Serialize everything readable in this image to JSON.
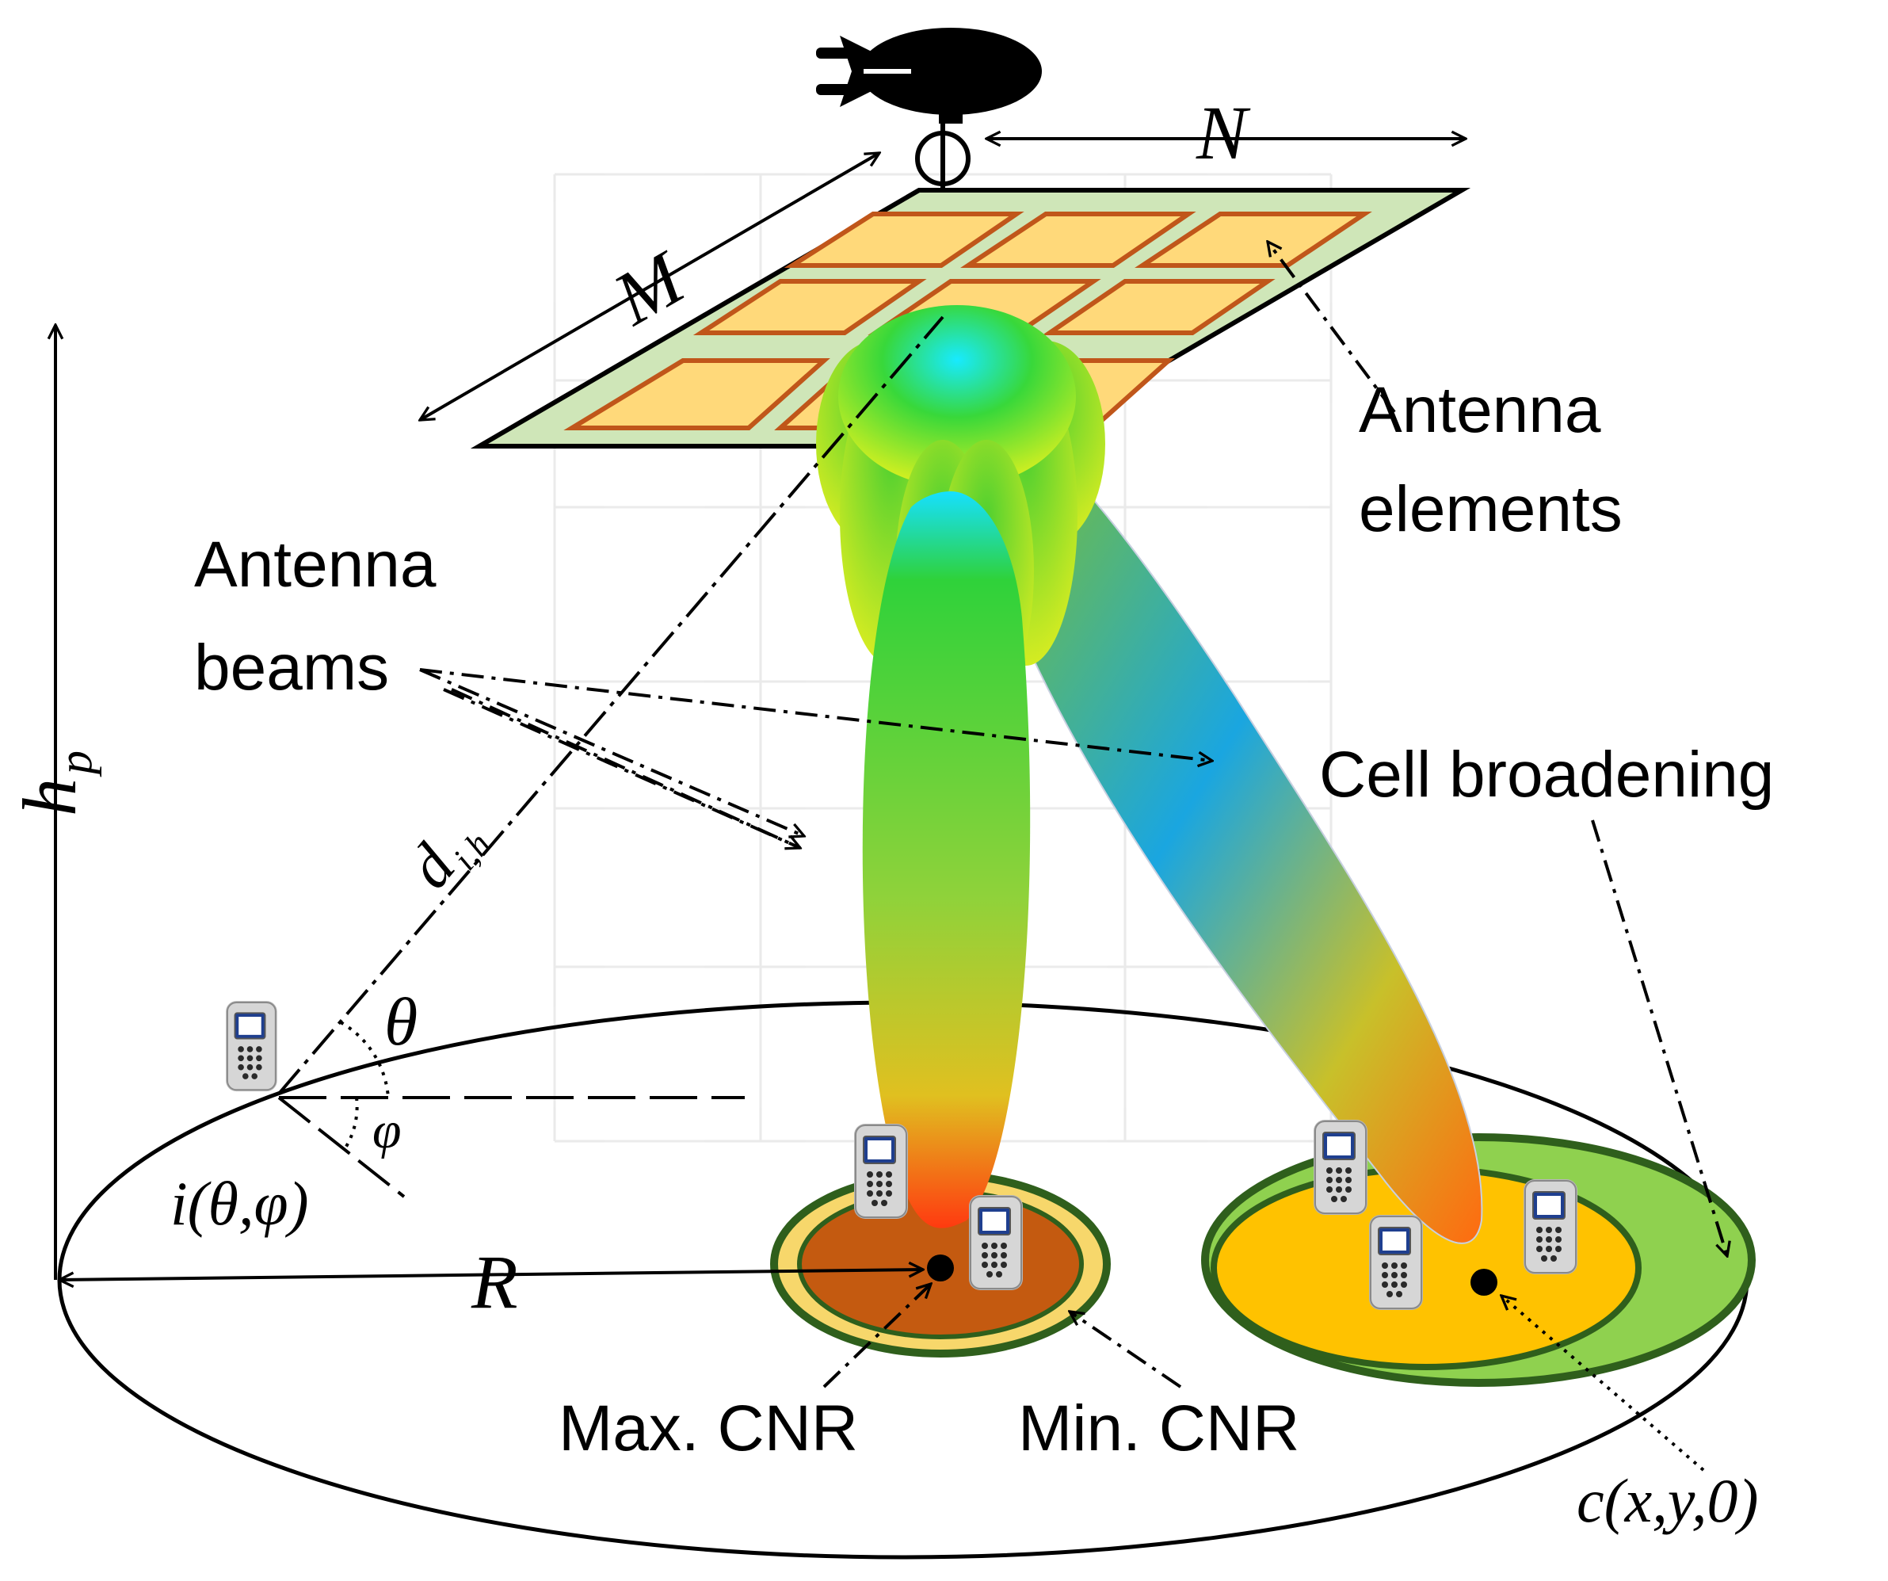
{
  "labels": {
    "antenna_elements_line1": "Antenna",
    "antenna_elements_line2": "elements",
    "antenna_beams_line1": "Antenna",
    "antenna_beams_line2": "beams",
    "cell_broadening": "Cell broadening",
    "max_cnr": "Max. CNR",
    "min_cnr": "Min. CNR"
  },
  "symbols": {
    "M": "M",
    "N": "N",
    "R": "R",
    "theta": "θ",
    "phi": "φ",
    "hp_base": "h",
    "hp_sub": "p",
    "d_base": "d",
    "d_sub": "i,h",
    "user_pos": "i(θ,φ)",
    "cell_center": "c(x,y,0)"
  },
  "icons": [
    "airship-icon",
    "phone-icon"
  ],
  "colors": {
    "panel_fill": "#cfe6b8",
    "element_fill": "#ffd97a",
    "element_border": "#c0561a",
    "cell_left_fill": "#c45a10",
    "cell_left_ring": "#f7d76b",
    "cell_right_fill": "#ffc200",
    "cell_right_ring": "#8fd14f",
    "cell_border": "#2f5f1c"
  }
}
